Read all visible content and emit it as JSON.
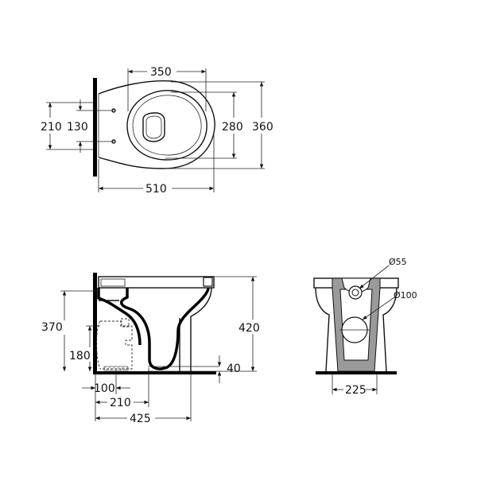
{
  "top_view": {
    "width_350": "350",
    "length_510": "510",
    "height_210": "210",
    "height_130": "130",
    "width_280": "280",
    "width_360": "360"
  },
  "side_view": {
    "height_370": "370",
    "height_180": "180",
    "height_420": "420",
    "height_40": "40",
    "dist_100": "100",
    "dist_210": "210",
    "dist_425": "425"
  },
  "front_view": {
    "diam_55": "Ø55",
    "diam_100": "Ø100",
    "width_225": "225"
  }
}
